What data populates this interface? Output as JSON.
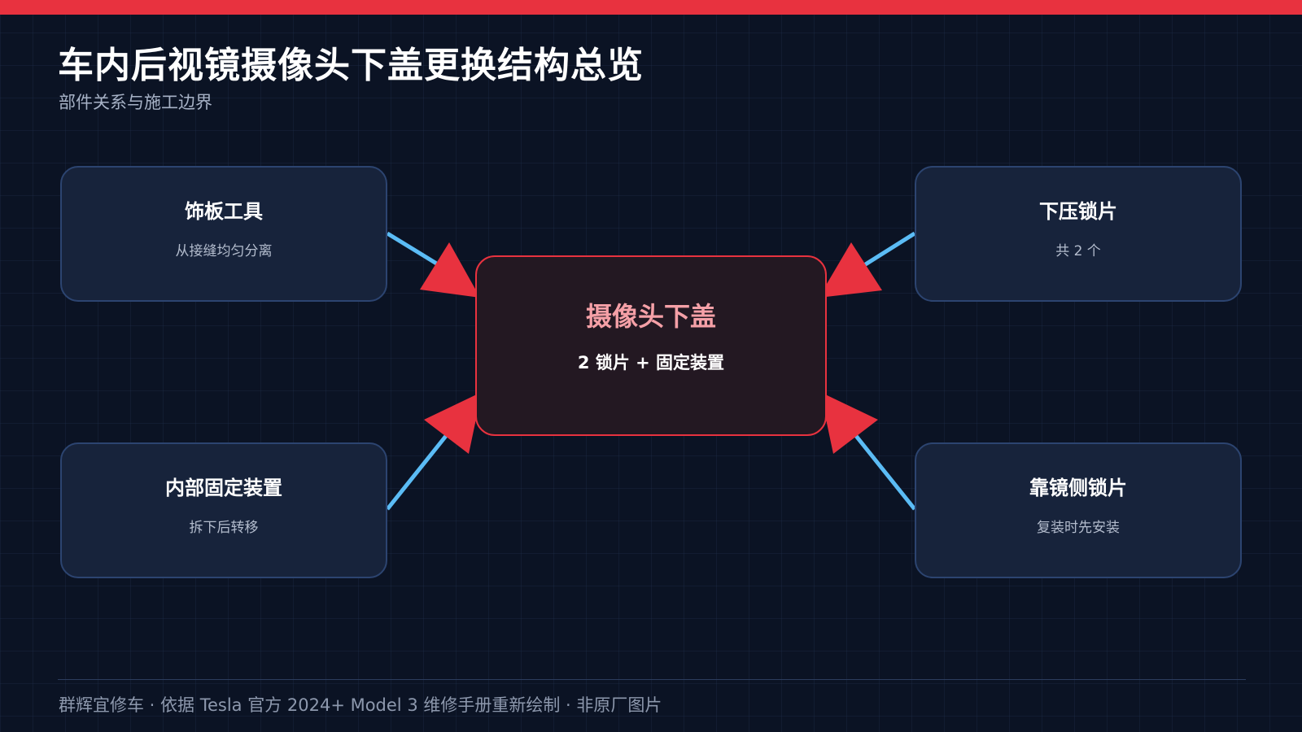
{
  "header": {
    "title": "车内后视镜摄像头下盖更换结构总览",
    "subtitle": "部件关系与施工边界"
  },
  "diagram": {
    "center": {
      "title": "摄像头下盖",
      "subtitle": "2 锁片 + 固定装置"
    },
    "nodes": {
      "top_left": {
        "title": "饰板工具",
        "subtitle": "从接缝均匀分离"
      },
      "top_right": {
        "title": "下压锁片",
        "subtitle": "共 2 个"
      },
      "bottom_left": {
        "title": "内部固定装置",
        "subtitle": "拆下后转移"
      },
      "bottom_right": {
        "title": "靠镜侧锁片",
        "subtitle": "复装时先安装"
      }
    }
  },
  "footer": {
    "text": "群辉宜修车  ·  依据 Tesla 官方 2024+ Model 3 维修手册重新绘制  ·  非原厂图片"
  },
  "colors": {
    "accent": "#e8323f",
    "connector": "#5bbcf5",
    "background": "#0b1324",
    "node_fill": "#17233b",
    "node_border": "#2c4470",
    "center_title": "#f5a0a7"
  }
}
